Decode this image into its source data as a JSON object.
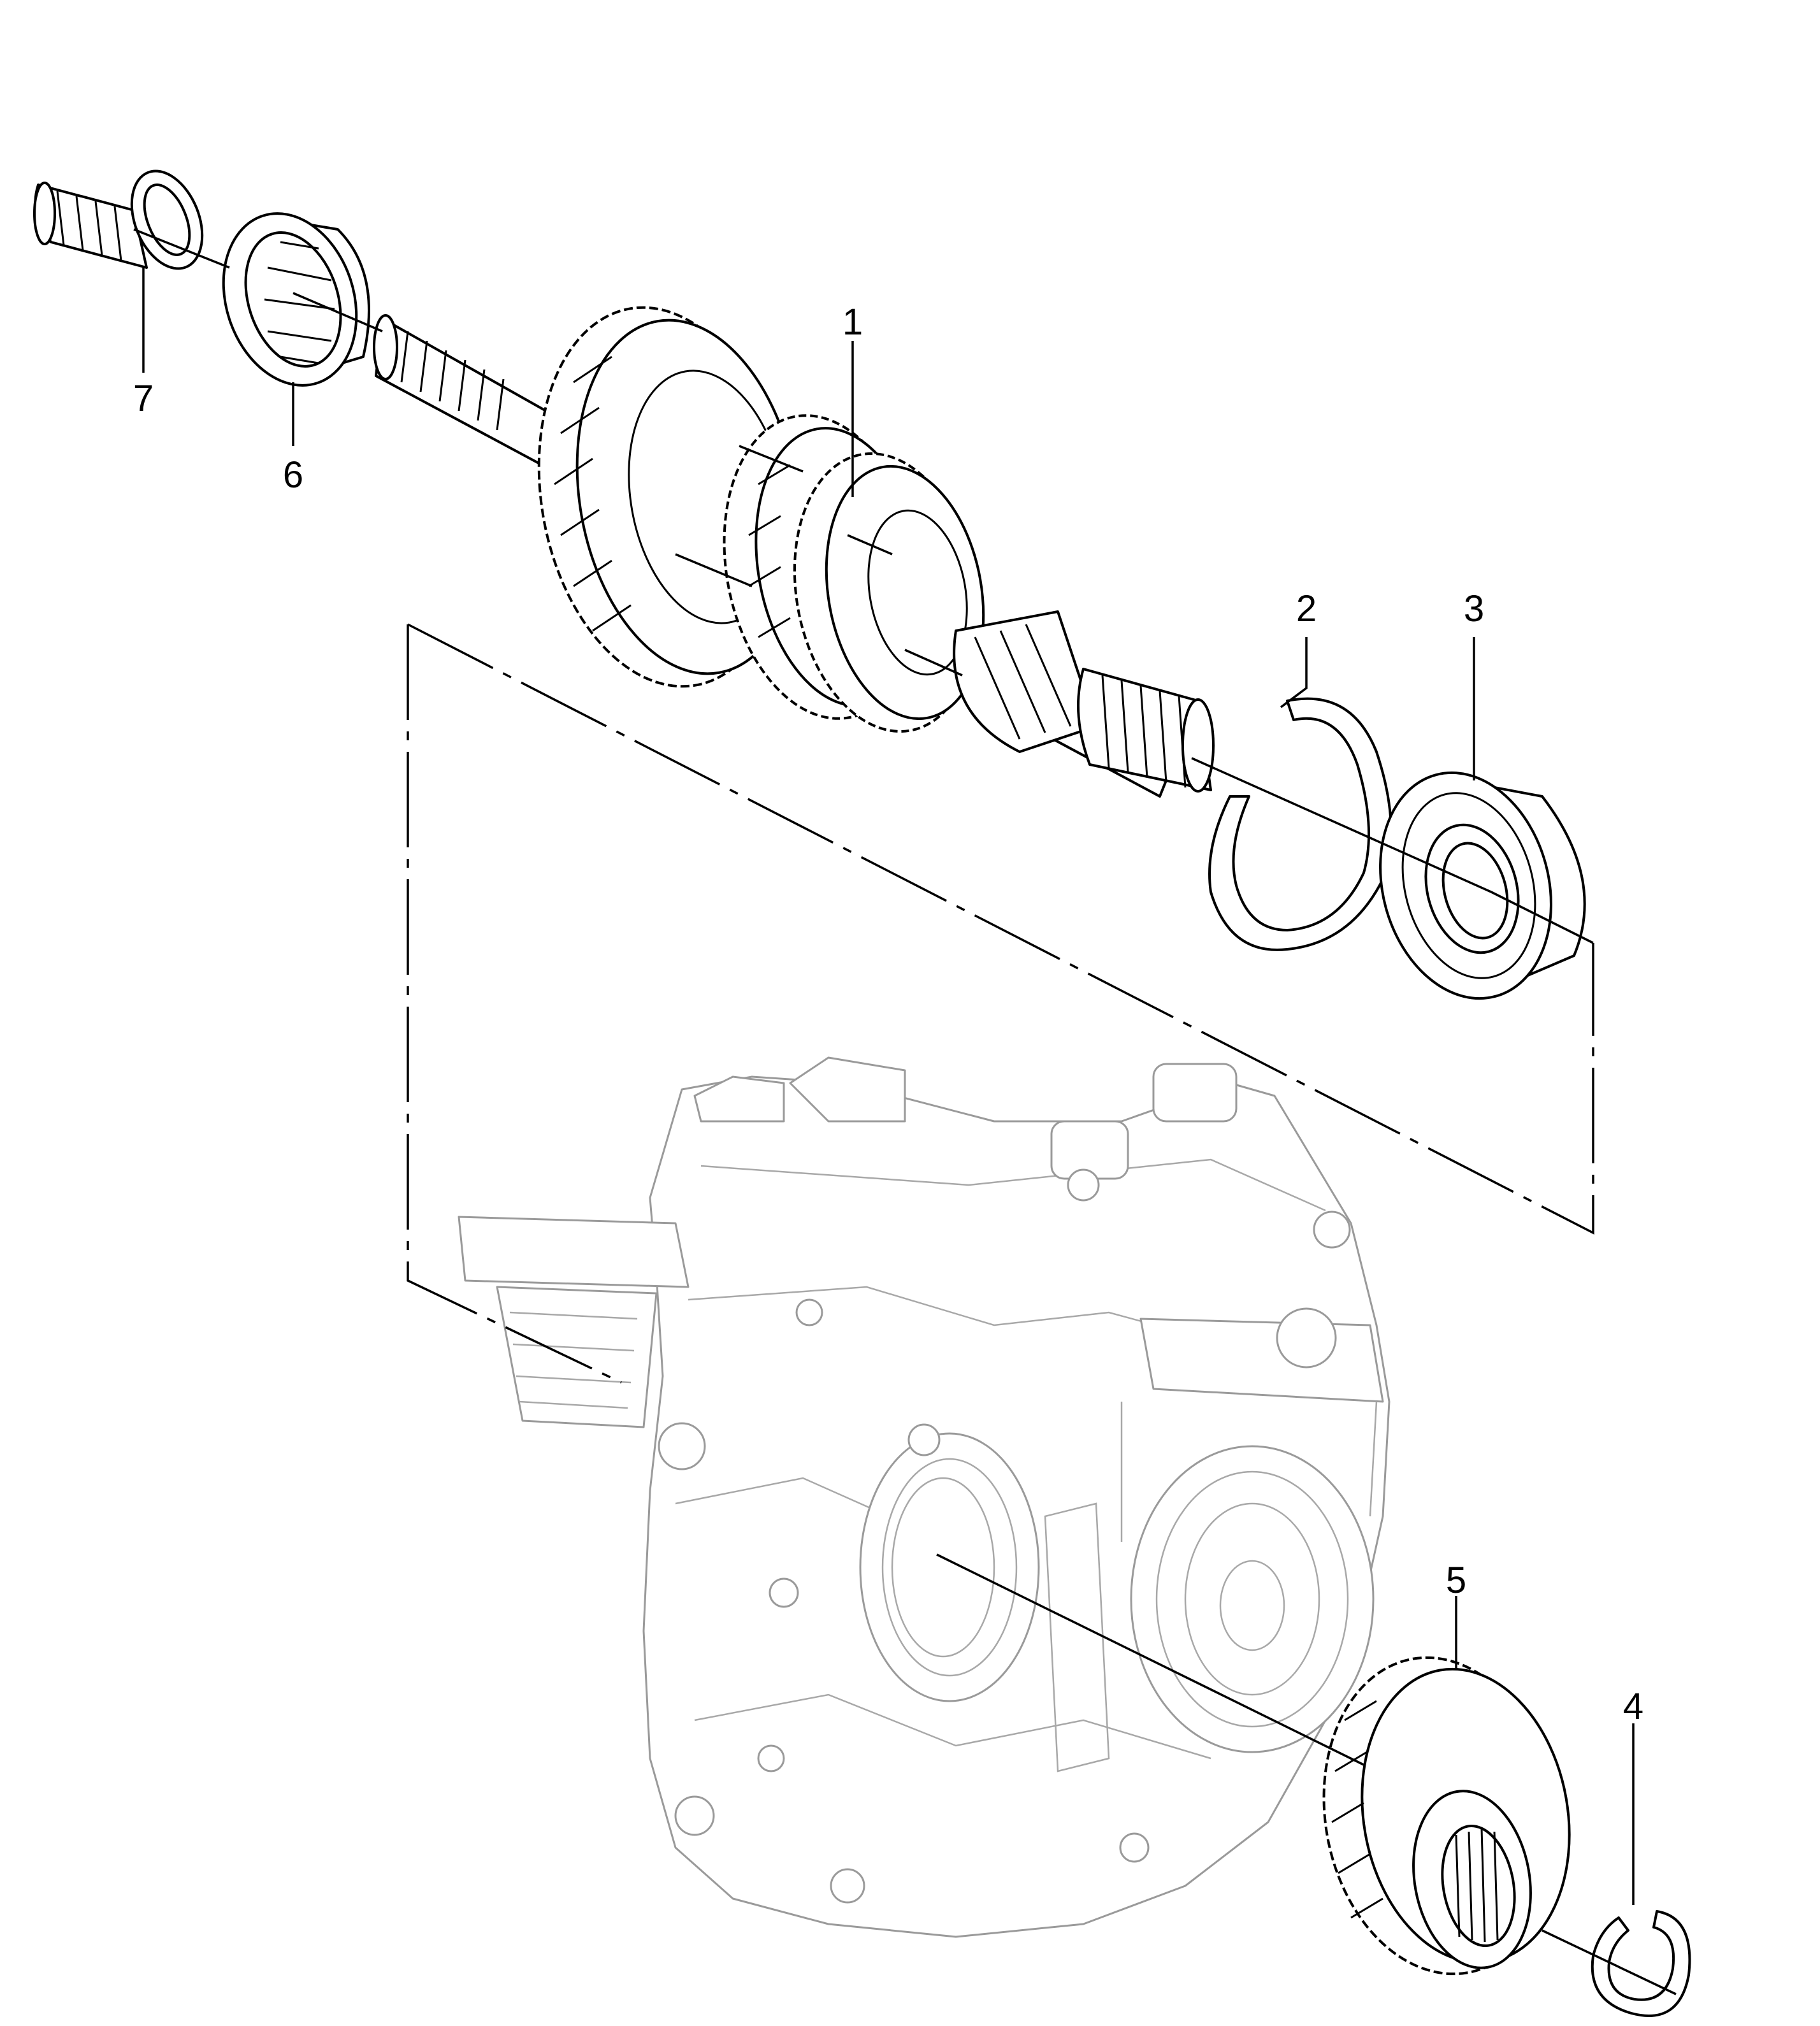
{
  "callouts": [
    {
      "id": "1",
      "label": "1"
    },
    {
      "id": "2",
      "label": "2"
    },
    {
      "id": "3",
      "label": "3"
    },
    {
      "id": "4",
      "label": "4"
    },
    {
      "id": "5",
      "label": "5"
    },
    {
      "id": "6",
      "label": "6"
    },
    {
      "id": "7",
      "label": "7"
    }
  ],
  "colors": {
    "ink": "#000000",
    "ghost": "#9a9a9a",
    "background": "#ffffff"
  }
}
